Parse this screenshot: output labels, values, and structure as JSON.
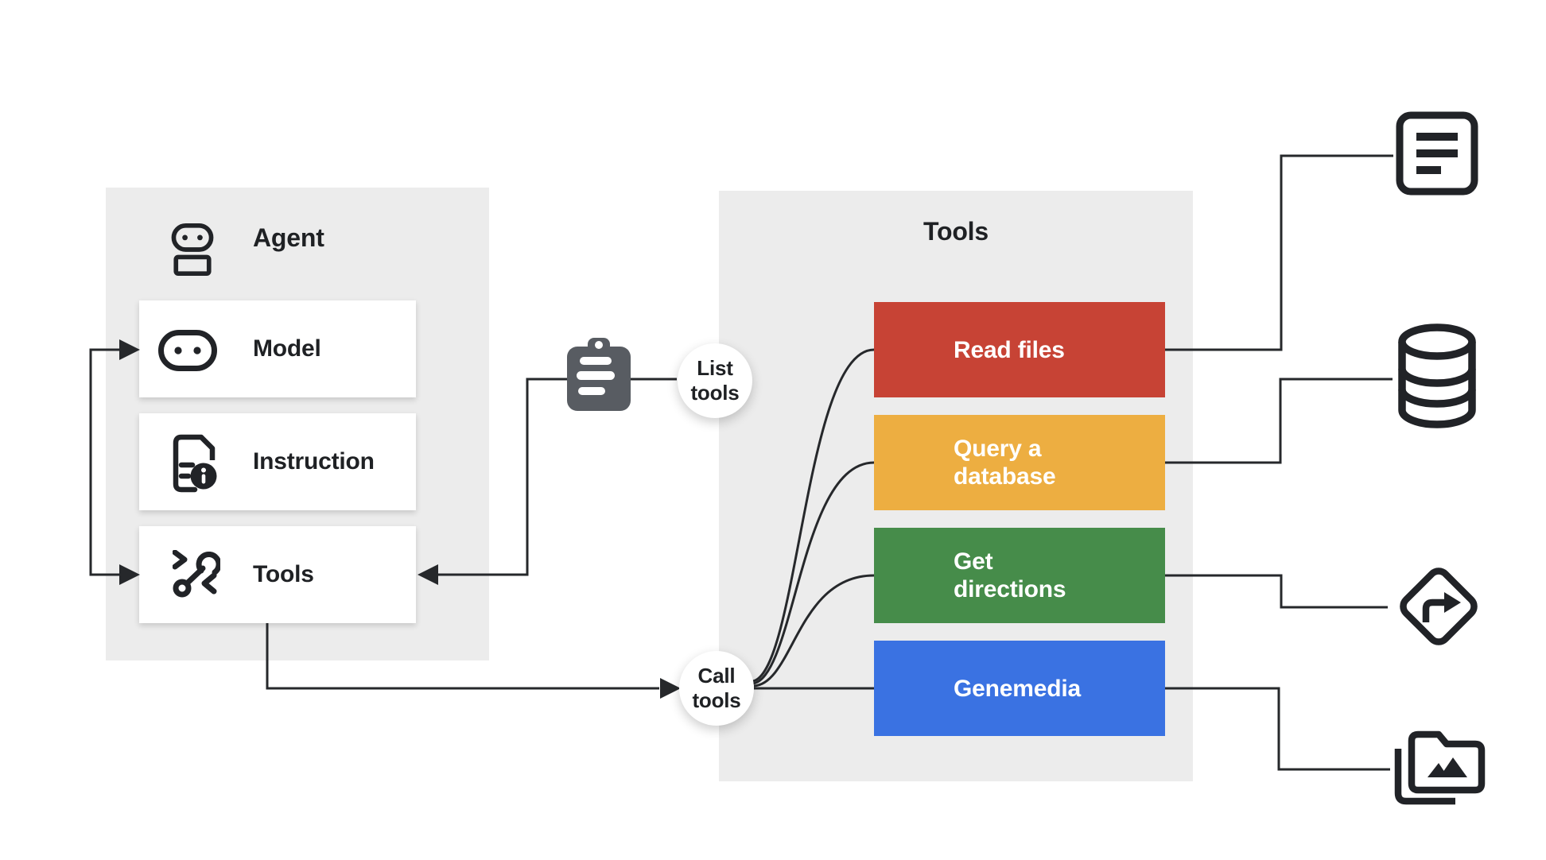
{
  "agent_panel": {
    "title": "Agent",
    "cards": [
      {
        "label": "Model"
      },
      {
        "label": "Instruction"
      },
      {
        "label": "Tools"
      }
    ]
  },
  "flow": {
    "list_tools_label": "List tools",
    "call_tools_label": "Call tools"
  },
  "tools_panel": {
    "title": "Tools",
    "tools": [
      {
        "label": "Read files",
        "color": "#C74335",
        "target_icon": "document-lines-icon"
      },
      {
        "label": "Query a database",
        "color": "#EDAE41",
        "target_icon": "database-icon"
      },
      {
        "label": "Get directions",
        "color": "#468C4A",
        "target_icon": "directions-icon"
      },
      {
        "label": "Genemedia",
        "color": "#3A72E2",
        "target_icon": "image-stack-icon"
      }
    ]
  },
  "colors": {
    "panel_bg": "#ECECEC",
    "line": "#26282B",
    "icon_ink": "#212327",
    "clipboard": "#585C62",
    "text": "#1F2124"
  }
}
